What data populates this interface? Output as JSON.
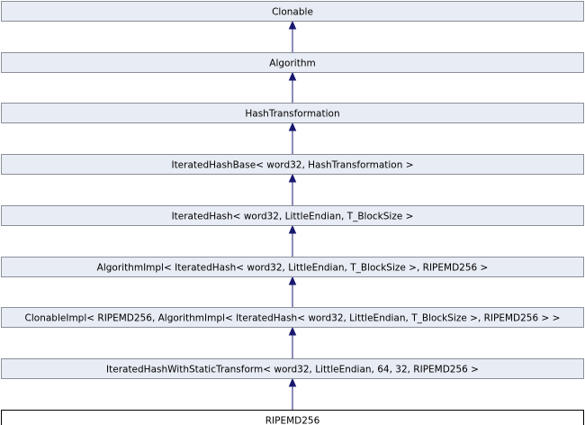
{
  "diagram": {
    "type": "inheritance",
    "nodes": [
      {
        "id": "clonable",
        "label": "Clonable",
        "current": false
      },
      {
        "id": "algorithm",
        "label": "Algorithm",
        "current": false
      },
      {
        "id": "hash-transformation",
        "label": "HashTransformation",
        "current": false
      },
      {
        "id": "iterated-hash-base",
        "label": "IteratedHashBase< word32, HashTransformation >",
        "current": false
      },
      {
        "id": "iterated-hash",
        "label": "IteratedHash< word32, LittleEndian, T_BlockSize >",
        "current": false
      },
      {
        "id": "algorithm-impl",
        "label": "AlgorithmImpl< IteratedHash< word32, LittleEndian, T_BlockSize >, RIPEMD256 >",
        "current": false
      },
      {
        "id": "clonable-impl",
        "label": "ClonableImpl< RIPEMD256, AlgorithmImpl< IteratedHash< word32, LittleEndian, T_BlockSize >, RIPEMD256 > >",
        "current": false
      },
      {
        "id": "iterated-hash-with-static-transform",
        "label": "IteratedHashWithStaticTransform< word32, LittleEndian, 64, 32, RIPEMD256 >",
        "current": false
      },
      {
        "id": "ripemd256",
        "label": "RIPEMD256",
        "current": true
      }
    ],
    "edges": [
      {
        "from": "algorithm",
        "to": "clonable"
      },
      {
        "from": "hash-transformation",
        "to": "algorithm"
      },
      {
        "from": "iterated-hash-base",
        "to": "hash-transformation"
      },
      {
        "from": "iterated-hash",
        "to": "iterated-hash-base"
      },
      {
        "from": "algorithm-impl",
        "to": "iterated-hash"
      },
      {
        "from": "clonable-impl",
        "to": "algorithm-impl"
      },
      {
        "from": "iterated-hash-with-static-transform",
        "to": "clonable-impl"
      },
      {
        "from": "ripemd256",
        "to": "iterated-hash-with-static-transform"
      }
    ],
    "colors": {
      "node_fill": "#e8ecf4",
      "node_border": "#8a8f99",
      "current_fill": "#ffffff",
      "current_border": "#000000",
      "edge": "#191970"
    }
  }
}
